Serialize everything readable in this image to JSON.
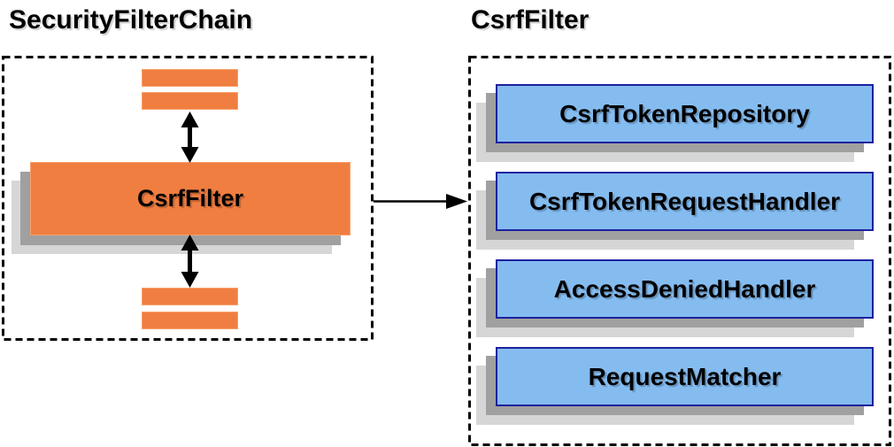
{
  "diagram": {
    "left_panel": {
      "title": "SecurityFilterChain",
      "csrf_filter_box_label": "CsrfFilter"
    },
    "right_panel": {
      "title": "CsrfFilter",
      "components": [
        "CsrfTokenRepository",
        "CsrfTokenRequestHandler",
        "AccessDeniedHandler",
        "RequestMatcher"
      ]
    },
    "colors": {
      "orange_fill": "#F07E41",
      "blue_fill": "#85BCF0",
      "blue_border": "#1C219E",
      "shadow_dark": "#A0A0A0",
      "shadow_light": "#D6D6D6",
      "outline": "#000000"
    }
  }
}
